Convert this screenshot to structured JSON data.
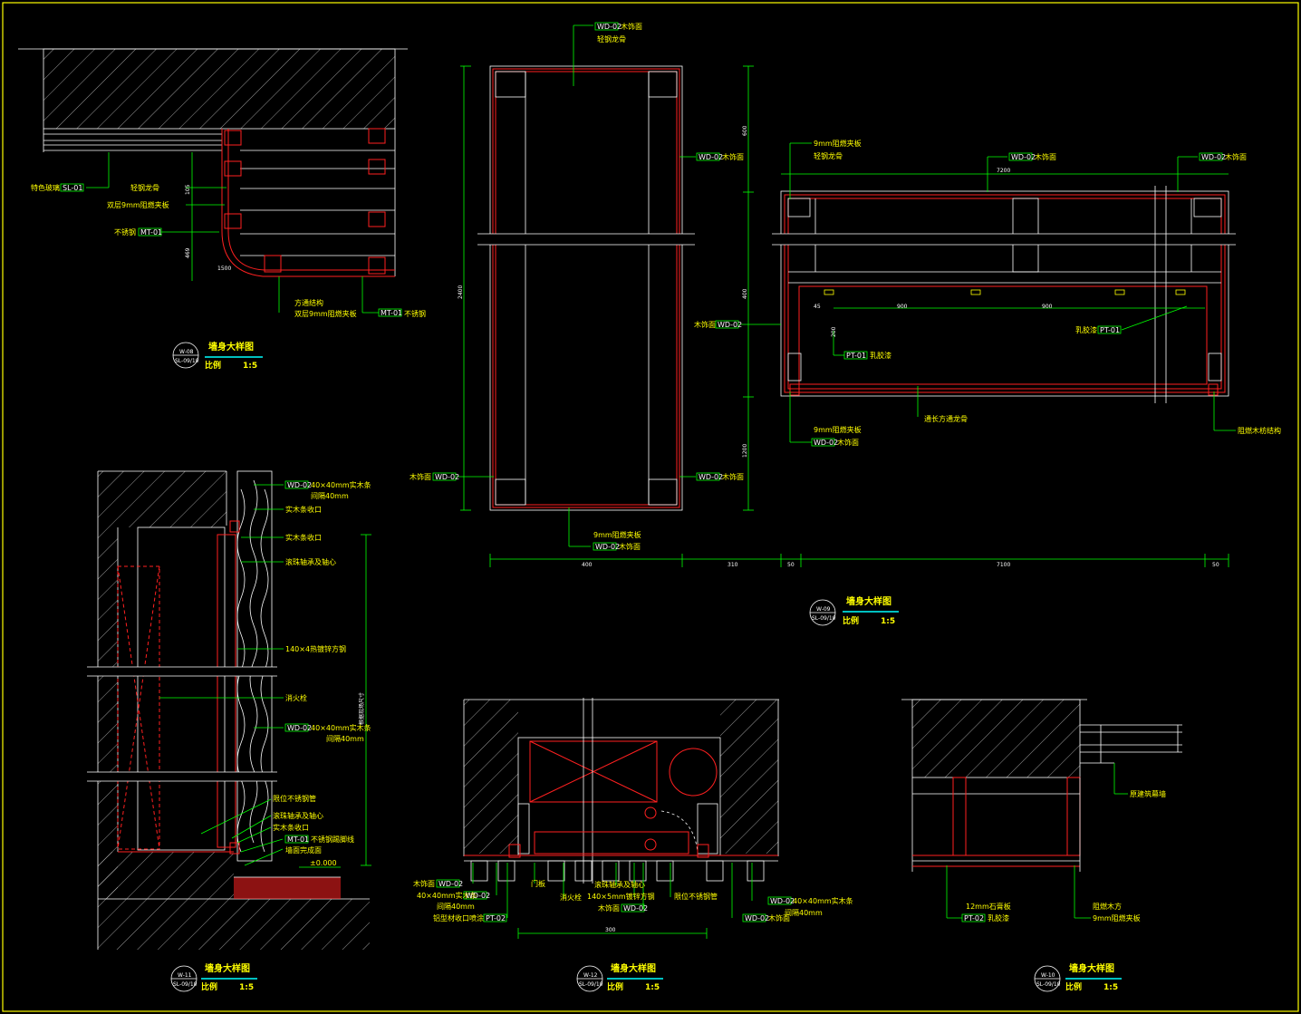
{
  "colors": {
    "background": "#000000",
    "frame": "#ffff00",
    "leader": "#00ff00",
    "outline": "#ffffff",
    "finish": "#ff2020",
    "title_underline": "#00ffff"
  },
  "w08": {
    "labels": [
      "特色玻璃",
      "SL-01",
      "轻钢龙骨",
      "双层9mm阻燃夹板",
      "不锈钢",
      "MT-01",
      "方通结构",
      "双层9mm阻燃夹板",
      "MT-01",
      "不锈钢"
    ],
    "dims": [
      "105",
      "469",
      "1500"
    ],
    "tag_top": "W-08",
    "tag_bottom": "SL-09/10",
    "title": "墙身大样图",
    "scale_label": "比例",
    "scale_value": "1:5"
  },
  "w09": {
    "top_labels": [
      "WD-02",
      "木饰面",
      "轻钢龙骨"
    ],
    "right_labels": [
      "WD-02",
      "木饰面"
    ],
    "left_labels": [
      "木饰面",
      "WD-02"
    ],
    "right_bottom_labels": [
      "WD-02",
      "木饰面"
    ],
    "bottom_labels": [
      "9mm阻燃夹板",
      "WD-02",
      "木饰面"
    ],
    "dims_left": "2400",
    "dims_right": [
      "600",
      "400",
      "1200"
    ],
    "bottom_dims": [
      "400",
      "310",
      "50",
      "7100",
      "50"
    ],
    "tag_top": "W-09",
    "tag_bottom": "SL-09/10",
    "title": "墙身大样图",
    "scale_label": "比例",
    "scale_value": "1:5"
  },
  "w09b": {
    "labels": [
      "9mm阻燃夹板",
      "轻钢龙骨",
      "WD-02",
      "木饰面",
      "WD-02",
      "木饰面",
      "木饰面",
      "WD-02",
      "PT-01",
      "乳胶漆",
      "乳胶漆",
      "PT-01",
      "9mm阻燃夹板",
      "WD-02",
      "木饰面",
      "通长方通龙骨",
      "阻燃木枋结构"
    ],
    "dims": [
      "7200",
      "45",
      "900",
      "900",
      "200"
    ]
  },
  "w11": {
    "labels": [
      "WD-02",
      "40×40mm实木条",
      "间隔40mm",
      "实木条收口",
      "实木条收口",
      "滚珠轴承及轴心",
      "140×4热镀锌方钢",
      "消火栓",
      "WD-02",
      "40×40mm实木条",
      "间隔40mm",
      "限位不锈钢管",
      "滚珠轴承及轴心",
      "实木条收口",
      "MT-01",
      "不锈钢踢脚线",
      "墙面完成面",
      "±0.000"
    ],
    "vdim": "根据现场尺寸",
    "tag_top": "W-11",
    "tag_bottom": "SL-09/10",
    "title": "墙身大样图",
    "scale_label": "比例",
    "scale_value": "1:5"
  },
  "w12": {
    "labels": [
      "木饰面",
      "WD-02",
      "40×40mm实木条",
      "WD-02",
      "间隔40mm",
      "铝型材收口喷涂",
      "PT-02",
      "门板",
      "消火栓",
      "滚珠轴承及轴心",
      "140×5mm镀锌方钢",
      "木饰面",
      "WD-02",
      "限位不锈钢管",
      "WD-02",
      "40×40mm实木条",
      "间隔40mm",
      "WD-02",
      "木饰面"
    ],
    "dim": "300",
    "tag_top": "W-12",
    "tag_bottom": "SL-09/10",
    "title": "墙身大样图",
    "scale_label": "比例",
    "scale_value": "1:5"
  },
  "w10": {
    "labels": [
      "原建筑幕墙",
      "12mm石膏板",
      "PT-02",
      "乳胶漆",
      "阻燃木方",
      "9mm阻燃夹板"
    ],
    "tag_top": "W-10",
    "tag_bottom": "SL-09/10",
    "title": "墙身大样图",
    "scale_label": "比例",
    "scale_value": "1:5"
  }
}
